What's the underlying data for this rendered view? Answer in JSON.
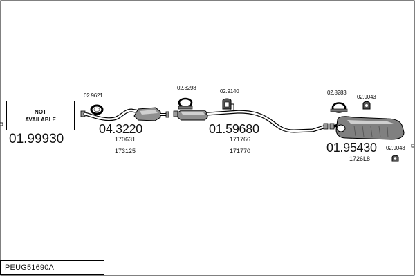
{
  "not_available": {
    "line1": "NOT",
    "line2": "AVAILABLE"
  },
  "parts": {
    "front": {
      "number": "01.99930"
    },
    "front_pipe": {
      "number": "04.3220",
      "refs": [
        "170631",
        "173125"
      ]
    },
    "middle": {
      "number": "01.59680",
      "refs": [
        "171766",
        "171770"
      ]
    },
    "rear": {
      "number": "01.95430",
      "refs": [
        "1726L8"
      ]
    }
  },
  "accessories": {
    "gasket_front": "02.9621",
    "clamp_mid": "02.8298",
    "hanger_mid": "02.9140",
    "clamp_rear": "02.8283",
    "hanger_rear_top": "02.9043",
    "hanger_rear_side": "02.9043"
  },
  "kit_code": "PEUG51690A",
  "colors": {
    "line": "#000000",
    "fill": "#888888",
    "fill_light": "#bdbdbd",
    "background": "#ffffff"
  }
}
